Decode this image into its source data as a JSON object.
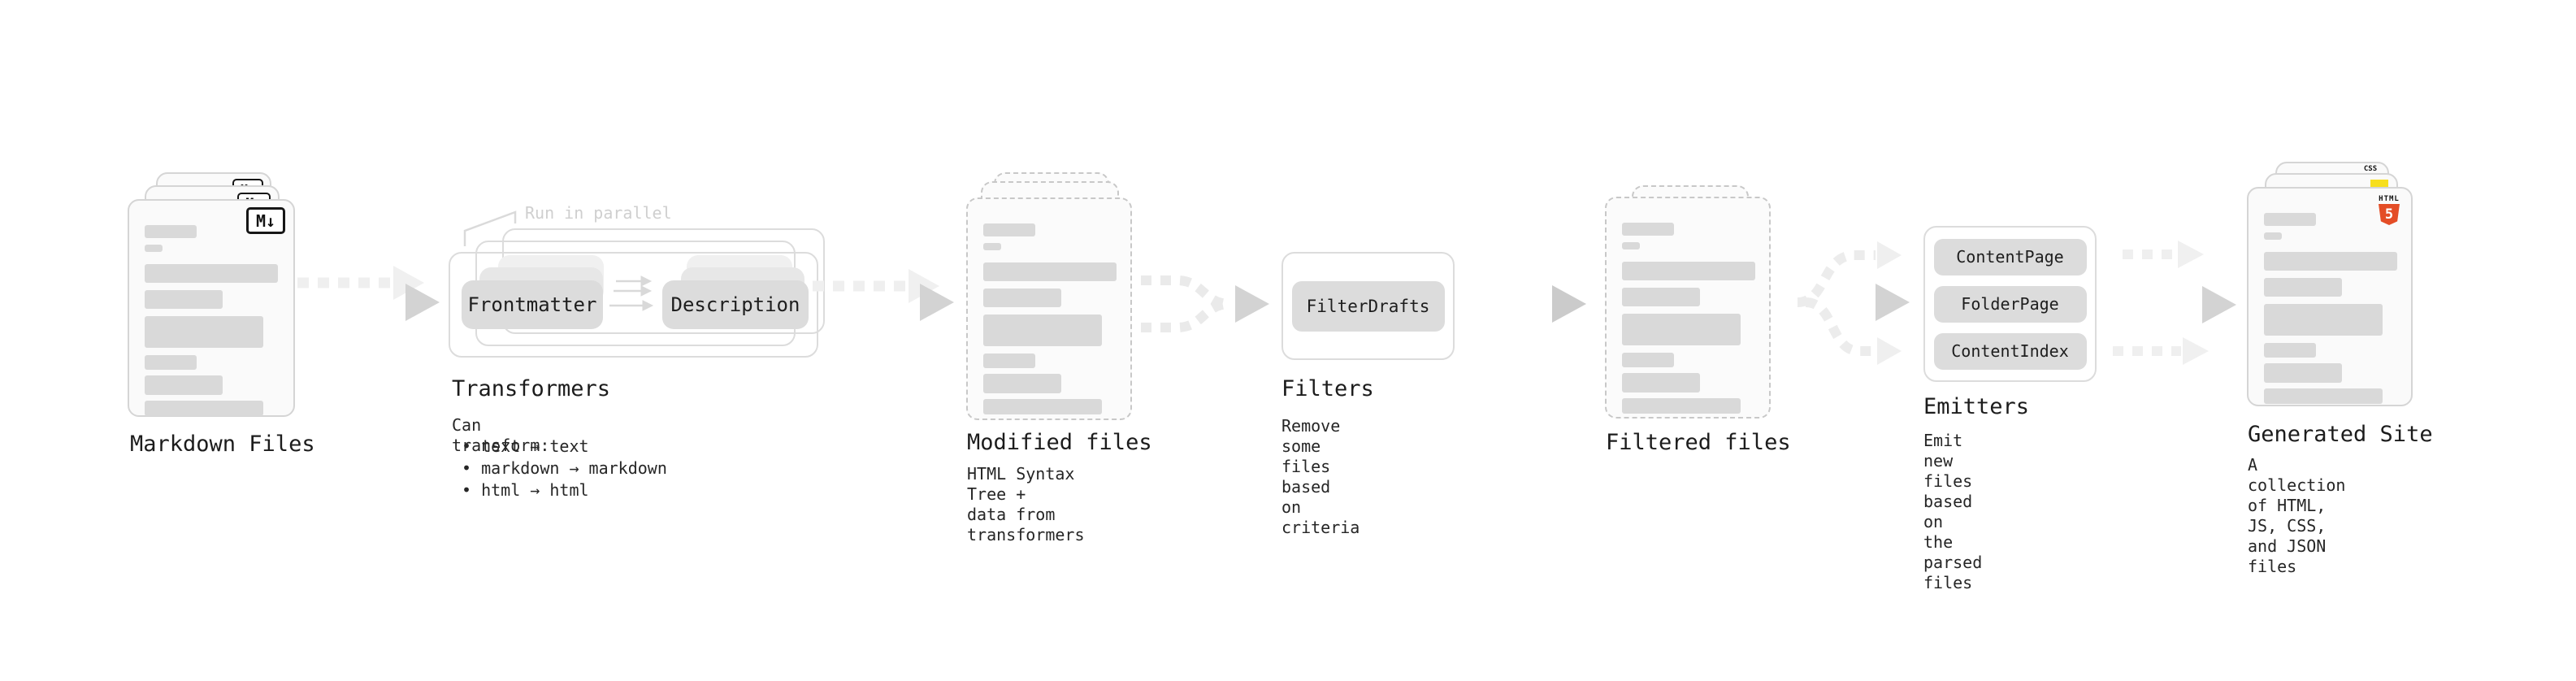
{
  "stages": {
    "markdown": {
      "label": "Markdown Files",
      "badge": "M↓"
    },
    "transformers": {
      "label": "Transformers",
      "annotation": "Run in parallel",
      "buttons": {
        "frontmatter": "Frontmatter",
        "description": "Description"
      },
      "caption_title": "Can transform:",
      "bullets": [
        "• text → text",
        "• markdown → markdown",
        "• html → html"
      ]
    },
    "modified": {
      "label": "Modified files",
      "caption": "HTML Syntax Tree +\ndata from transformers"
    },
    "filters": {
      "label": "Filters",
      "caption": "Remove some files based\non criteria",
      "button": "FilterDrafts"
    },
    "filtered": {
      "label": "Filtered files"
    },
    "emitters": {
      "label": "Emitters",
      "caption": "Emit new files based on\nthe parsed files",
      "buttons": {
        "content_page": "ContentPage",
        "folder_page": "FolderPage",
        "content_index": "ContentIndex"
      }
    },
    "generated": {
      "label": "Generated Site",
      "caption": "A collection of HTML,\nJS, CSS, and JSON files",
      "badges": {
        "html5_word": "HTML",
        "html5_number": "5",
        "css": "CSS"
      }
    }
  },
  "colors": {
    "html5_orange": "#e44d26",
    "js_yellow": "#f7df1e",
    "css_blue": "#2965f1",
    "skeleton_gray": "#d9d9d9",
    "arrow_gray": "#d3d3d3",
    "annotation_gray": "#cfcfcf"
  }
}
